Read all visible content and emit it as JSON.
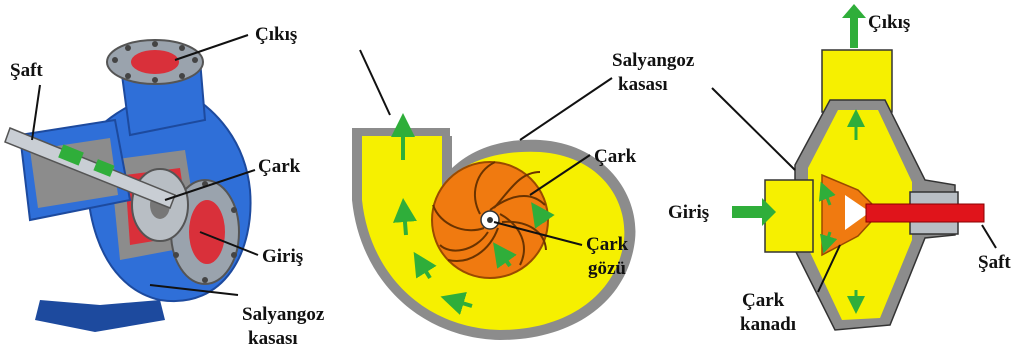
{
  "colors": {
    "pump_blue": "#2f6fd8",
    "pump_blue_dark": "#1d4a9e",
    "inlet_red": "#d9303a",
    "fluid_yellow": "#f6f000",
    "impeller_orange": "#f07a10",
    "flow_green": "#2fae3a",
    "shaft_red": "#e0141b",
    "casing_gray": "#8c8c8c",
    "metal": "#b8bec4"
  },
  "panel_left": {
    "labels": {
      "outlet": "Çıkış",
      "shaft": "Şaft",
      "impeller": "Çark",
      "inlet": "Giriş",
      "volute_line1": "Salyangoz",
      "volute_line2": "kasası"
    }
  },
  "panel_middle": {
    "labels": {
      "volute_line1": "Salyangoz",
      "volute_line2": "kasası",
      "impeller": "Çark",
      "eye_line1": "Çark",
      "eye_line2": "gözü"
    }
  },
  "panel_right": {
    "labels": {
      "outlet": "Çıkış",
      "inlet": "Giriş",
      "shaft": "Şaft",
      "blade_line1": "Çark",
      "blade_line2": "kanadı"
    }
  }
}
